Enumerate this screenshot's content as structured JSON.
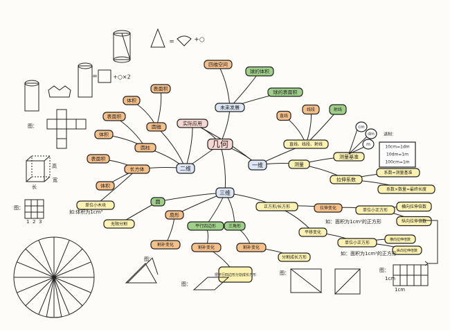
{
  "colors": {
    "root": "#f6d7d2",
    "main": "#dce6f5",
    "orange": "#f6c08a",
    "green": "#9fd08a",
    "light_yellow": "#fff3b3",
    "ink": "#222222",
    "purple": "#b6a7e8",
    "bg": "#fdfcf8"
  },
  "nodes": {
    "root": "几何",
    "practical": "实际应用",
    "future": "未来发展",
    "four_dim": "四维空间",
    "sphere_volume": "球的体积",
    "sphere_area": "球的表面积",
    "one_d": "一维",
    "two_d": "二维",
    "three_d": "三维",
    "lines_group": "直线、线段、射线",
    "line": "直线",
    "segment": "线段",
    "ray": "射线",
    "measure": "测量",
    "measure_std": "测量基准",
    "stretch": "拉伸系数",
    "coef_std": "系数=测量基准",
    "coef_qty": "系数×数量=最终长度",
    "cm": "cm",
    "dm": "dm",
    "m": "m",
    "conv_title": "进制：",
    "conv1": "10cm=1dm",
    "conv2": "10dm=1m",
    "conv3": "100cm=1m",
    "cylinder": "圆柱",
    "cone": "圆锥",
    "volume_c": "体积",
    "surface_c": "表面积",
    "cylinder_area": "表面积",
    "cylinder_vol": "体积",
    "cuboid": "长方体",
    "cuboid_area": "表面积",
    "cuboid_vol": "体积",
    "unit_cube": "单位小木块",
    "circle": "圆",
    "infinite_cut": "无限分割",
    "sector": "扇形",
    "cut_fill1": "割补变化",
    "parallelogram": "平行四边形",
    "cut_fill2": "割补变化",
    "triangle": "三角形",
    "cut_fill3": "割补变化",
    "para_note": "把平行四边形分割成长方形",
    "rect_square": "正方形/长方形",
    "stretch2": "拉伸变化",
    "translate": "平移变化",
    "unit_square": "单位小正方形",
    "unit_sq_right": "单位小正方形",
    "horizontal": "横向拉伸倍数",
    "vertical": "纵向拉伸倍数",
    "hori2": "横向拉伸倍数",
    "vert2": "纵向拉伸倍数",
    "split_rect": "分割成长方形"
  },
  "labels": {
    "fig1": "图：",
    "fig2": "图：",
    "fig3": "图：",
    "fig4": "图：",
    "fig5": "图：",
    "fig6": "图：",
    "long": "长",
    "high": "高",
    "wide": "宽",
    "unit_cube_note": "如:体积为1cm³",
    "unit_sq_note1": "如：面积为1cm²的正方形",
    "unit_sq_note2": "如：面积为1cm²的正方形",
    "eq_cone": "= +○",
    "eq_cyl": "= +○×2",
    "cm1": "1cm",
    "cm2": "1cm",
    "n1": "1",
    "n2": "2",
    "n3": "3"
  }
}
